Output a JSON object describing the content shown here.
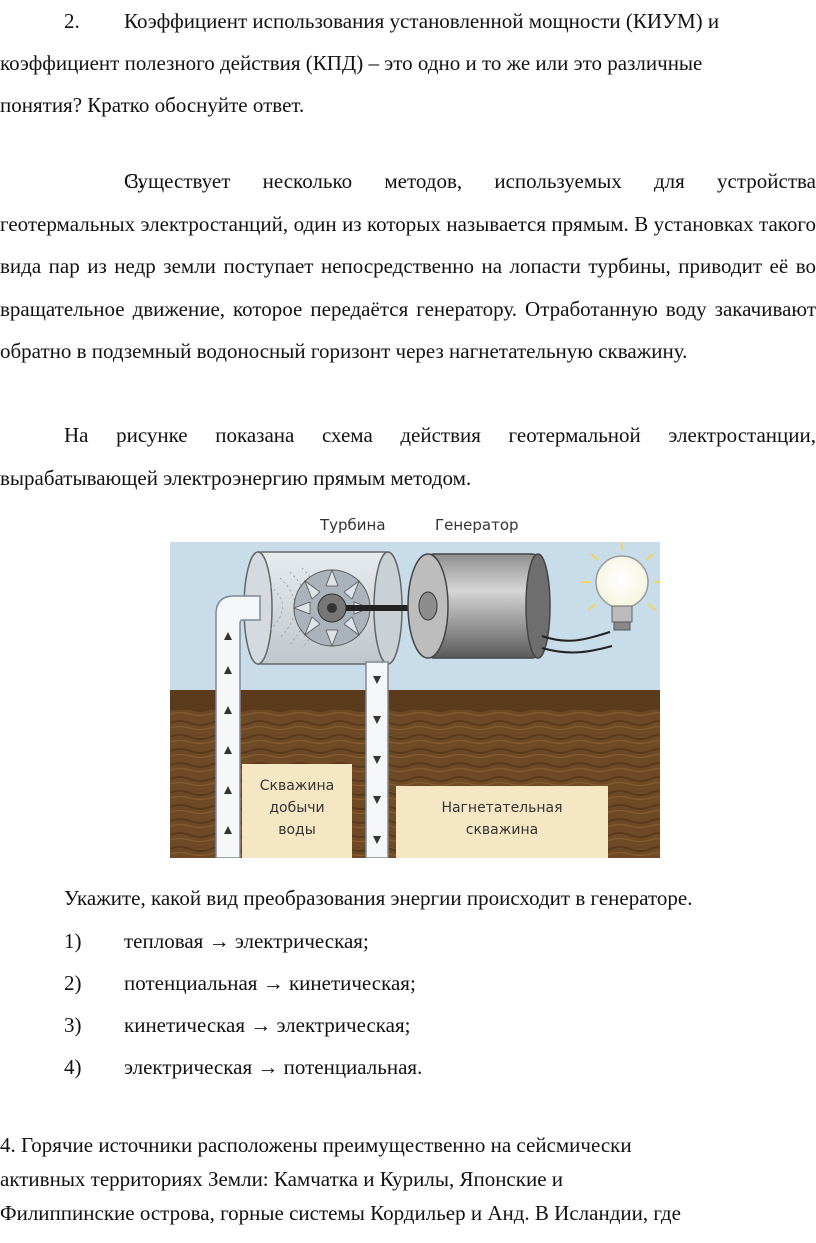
{
  "task2": {
    "number": "2.",
    "line1": "Коэффициент использования установленной мощности (КИУМ) и",
    "line2": "коэффициент полезного действия (КПД) – это одно и то же или это различные",
    "line3": "понятия? Кратко обоснуйте ответ."
  },
  "task3": {
    "number": "3.",
    "paragraph": "Существует несколько методов, используемых для устройства геотермальных электростанций, один из которых называется прямым. В установках такого вида пар из недр земли поступает непосредственно на лопасти турбины, приводит её во вращательное движение, которое передаётся генератору. Отработанную воду закачивают обратно в подземный водоносный горизонт через нагнетательную скважину.",
    "figure_intro": "На рисунке показана схема действия геотермальной электростанции, вырабатывающей электроэнергию прямым методом."
  },
  "figure": {
    "turbine_label": "Турбина",
    "generator_label": "Генератор",
    "well_extract_line1": "Скважина",
    "well_extract_line2": "добычи",
    "well_extract_line3": "воды",
    "well_inject_line1": "Нагнетательная",
    "well_inject_line2": "скважина",
    "colors": {
      "sky": "#c8dcea",
      "soil": "#6f4a26",
      "label_bg": "#f6e7c4"
    }
  },
  "question": {
    "text": "Укажите, какой вид преобразования энергии происходит в генераторе.",
    "options": [
      {
        "num": "1)",
        "text": "тепловая → электрическая;"
      },
      {
        "num": "2)",
        "text": "потенциальная → кинетическая;"
      },
      {
        "num": "3)",
        "text": "кинетическая → электрическая;"
      },
      {
        "num": "4)",
        "text": "электрическая → потенциальная."
      }
    ]
  },
  "task4": {
    "line1": "4. Горячие источники расположены преимущественно на сейсмически",
    "line2": "активных территориях Земли: Камчатка и Курилы, Японские и",
    "line3": "Филиппинские острова, горные системы Кордильер и Анд. В Исландии, где"
  }
}
